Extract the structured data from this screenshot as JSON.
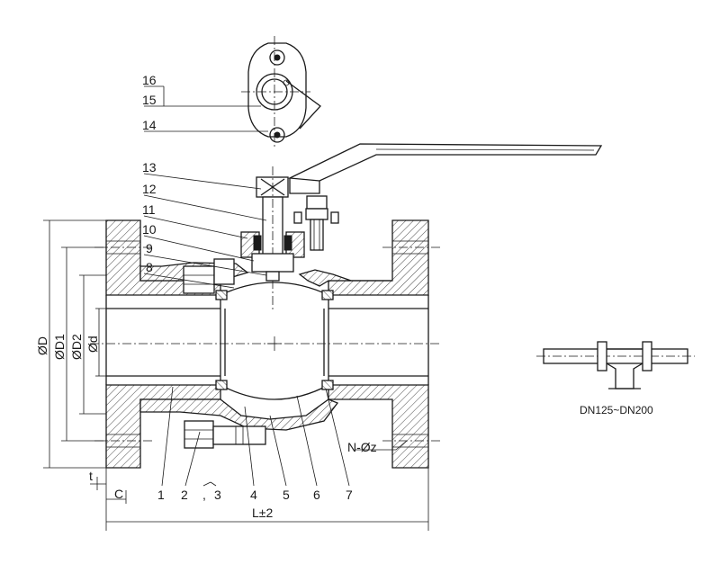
{
  "callouts": {
    "n1": "1",
    "n2": "2",
    "n3": "3",
    "n4": "4",
    "n5": "5",
    "n6": "6",
    "n7": "7",
    "n8": "8",
    "n9": "9",
    "n10": "10",
    "n11": "11",
    "n12": "12",
    "n13": "13",
    "n14": "14",
    "n15": "15",
    "n16": "16"
  },
  "dimensions": {
    "d_outer": "ØD",
    "d_d1": "ØD1",
    "d_d2": "ØD2",
    "d_bore": "Ød",
    "thickness": "t",
    "c": "C",
    "length": "L±2",
    "bolt_holes": "N-Øz"
  },
  "inset": {
    "caption": "DN125~DN200"
  }
}
